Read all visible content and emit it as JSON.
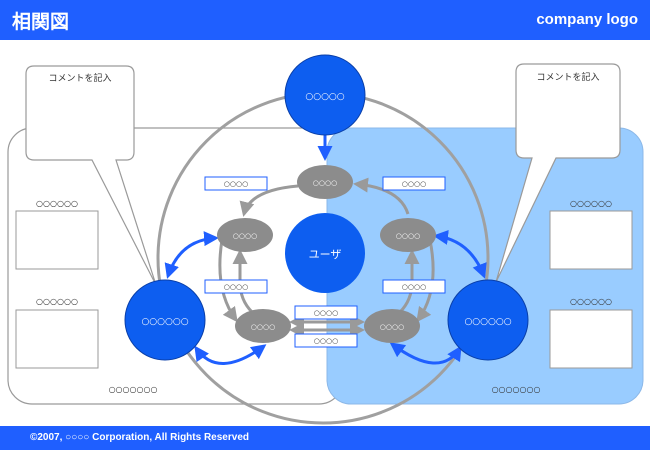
{
  "header": {
    "title": "相関図",
    "logo": "company logo"
  },
  "footer": {
    "copyright": "©2007, ○○○○ Corporation, All Rights Reserved"
  },
  "diagram": {
    "center_label": "ユーザ",
    "top_circle": "○○○○○",
    "left_circle": "○○○○○○",
    "right_circle": "○○○○○○",
    "gray_ovals": {
      "top": "○○○○",
      "left": "○○○○",
      "right": "○○○○",
      "bottom_left": "○○○○",
      "bottom_right": "○○○○"
    },
    "labels": {
      "top_left": "○○○○",
      "top_right": "○○○○",
      "mid_left": "○○○○",
      "mid_right": "○○○○",
      "center_top": "○○○○",
      "center_bottom": "○○○○"
    },
    "left_panel": {
      "comment": "コメントを記入",
      "box1_label": "○○○○○○",
      "box2_label": "○○○○○○",
      "footer_label": "○○○○○○○"
    },
    "right_panel": {
      "comment": "コメントを記入",
      "box1_label": "○○○○○○",
      "box2_label": "○○○○○○",
      "footer_label": "○○○○○○○"
    }
  },
  "colors": {
    "brand": "#1f5fff",
    "circle_blue": "#0d5ef0",
    "panel_right": "#99ccff",
    "oval_gray": "#8c8c8c"
  }
}
